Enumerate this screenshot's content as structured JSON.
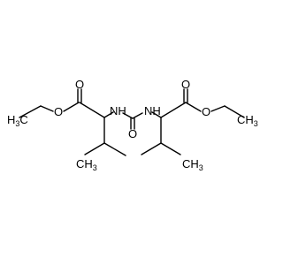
{
  "molecule": {
    "atoms": {
      "carbonyl_o_left": "O",
      "carbonyl_o_right": "O",
      "urea_o": "O",
      "ester_o_left": "O",
      "ester_o_right": "O",
      "nh_left": "NH",
      "nh_right": "NH",
      "ch3_ethyl_left": "H",
      "ch3_ethyl_left_sub": "3",
      "ch3_ethyl_left_c": "C",
      "ch3_iso_left": "CH",
      "ch3_iso_left_sub": "3",
      "ch3_iso_right": "CH",
      "ch3_iso_right_sub": "3",
      "ch3_ethyl_right": "CH",
      "ch3_ethyl_right_sub": "3"
    }
  }
}
